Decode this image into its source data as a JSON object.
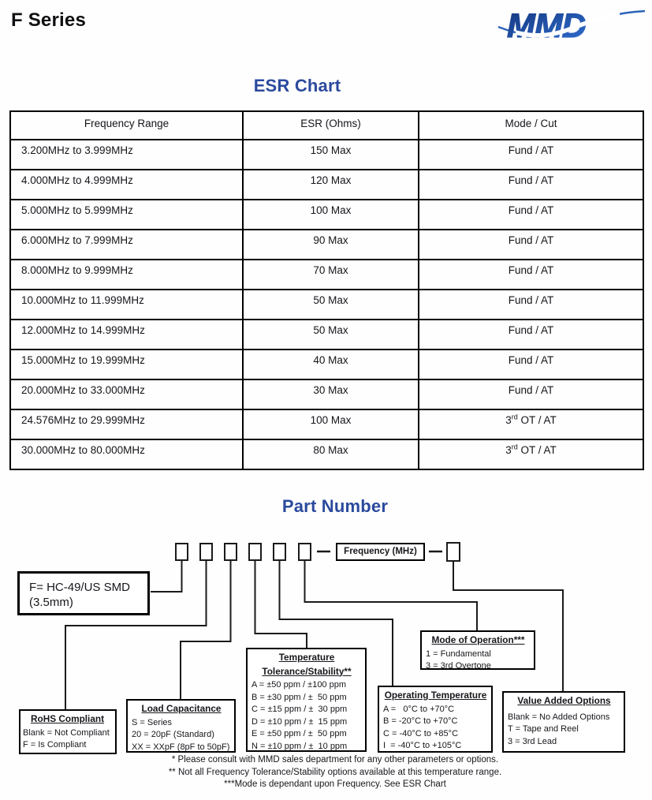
{
  "page": {
    "title": "F Series",
    "logo_text": "MMD"
  },
  "colors": {
    "heading_blue": "#2b4a9d",
    "logo_dark": "#15367e",
    "logo_light": "#2f6fd0",
    "line": "#1a1a1a"
  },
  "esr_chart": {
    "heading": "ESR Chart",
    "columns": [
      "Frequency Range",
      "ESR (Ohms)",
      "Mode / Cut"
    ],
    "rows": [
      {
        "range": "3.200MHz to 3.999MHz",
        "esr": "150 Max",
        "mode_pre": "Fund / AT",
        "mode_sup": "",
        "mode_post": ""
      },
      {
        "range": "4.000MHz to 4.999MHz",
        "esr": "120 Max",
        "mode_pre": "Fund / AT",
        "mode_sup": "",
        "mode_post": ""
      },
      {
        "range": "5.000MHz to 5.999MHz",
        "esr": "100 Max",
        "mode_pre": "Fund / AT",
        "mode_sup": "",
        "mode_post": ""
      },
      {
        "range": "6.000MHz to 7.999MHz",
        "esr": "90 Max",
        "mode_pre": "Fund / AT",
        "mode_sup": "",
        "mode_post": ""
      },
      {
        "range": "8.000MHz to 9.999MHz",
        "esr": "70 Max",
        "mode_pre": "Fund / AT",
        "mode_sup": "",
        "mode_post": ""
      },
      {
        "range": "10.000MHz to 11.999MHz",
        "esr": "50 Max",
        "mode_pre": "Fund / AT",
        "mode_sup": "",
        "mode_post": ""
      },
      {
        "range": "12.000MHz to 14.999MHz",
        "esr": "50 Max",
        "mode_pre": "Fund / AT",
        "mode_sup": "",
        "mode_post": ""
      },
      {
        "range": "15.000MHz to 19.999MHz",
        "esr": "40 Max",
        "mode_pre": "Fund / AT",
        "mode_sup": "",
        "mode_post": ""
      },
      {
        "range": "20.000MHz to 33.000MHz",
        "esr": "30 Max",
        "mode_pre": "Fund / AT",
        "mode_sup": "",
        "mode_post": ""
      },
      {
        "range": "24.576MHz to 29.999MHz",
        "esr": "100 Max",
        "mode_pre": "3",
        "mode_sup": "rd",
        "mode_post": " OT / AT"
      },
      {
        "range": "30.000MHz to 80.000MHz",
        "esr": "80 Max",
        "mode_pre": "3",
        "mode_sup": "rd",
        "mode_post": " OT / AT"
      }
    ]
  },
  "part_number": {
    "heading": "Part Number",
    "frequency_label": "Frequency (MHz)",
    "series_box": {
      "line1": "F= HC-49/US SMD",
      "line2": "(3.5mm)"
    },
    "rohs": {
      "title": "RoHS Compliant",
      "lines": [
        "Blank = Not Compliant",
        "F = Is Compliant"
      ]
    },
    "load_cap": {
      "title": "Load Capacitance",
      "lines": [
        "S = Series",
        "20 = 20pF (Standard)",
        "XX = XXpF (8pF to 50pF)"
      ]
    },
    "temp_tol": {
      "title1": "Temperature",
      "title2": "Tolerance/Stability**",
      "lines": [
        "A = ±50 ppm / ±100 ppm",
        "B = ±30 ppm / ±  50 ppm",
        "C = ±15 ppm / ±  30 ppm",
        "D = ±10 ppm / ±  15 ppm",
        "E = ±50 ppm / ±  50 ppm",
        "N = ±10 ppm / ±  10 ppm"
      ]
    },
    "op_temp": {
      "title": "Operating Temperature",
      "lines": [
        "A =   0°C to +70°C",
        "B = -20°C to +70°C",
        "C = -40°C to +85°C",
        "I  = -40°C to +105°C"
      ]
    },
    "mode": {
      "title": "Mode of Operation***",
      "lines": [
        "1 = Fundamental",
        "3 = 3rd Overtone"
      ]
    },
    "value_added": {
      "title": "Value Added Options",
      "lines": [
        "Blank = No Added Options",
        "T = Tape and Reel",
        "3 = 3rd Lead"
      ]
    },
    "footnotes": [
      "* Please consult with MMD sales department for any other parameters or options.",
      "** Not all Frequency Tolerance/Stability options available at this temperature range.",
      "***Mode is dependant upon Frequency. See ESR Chart"
    ]
  }
}
